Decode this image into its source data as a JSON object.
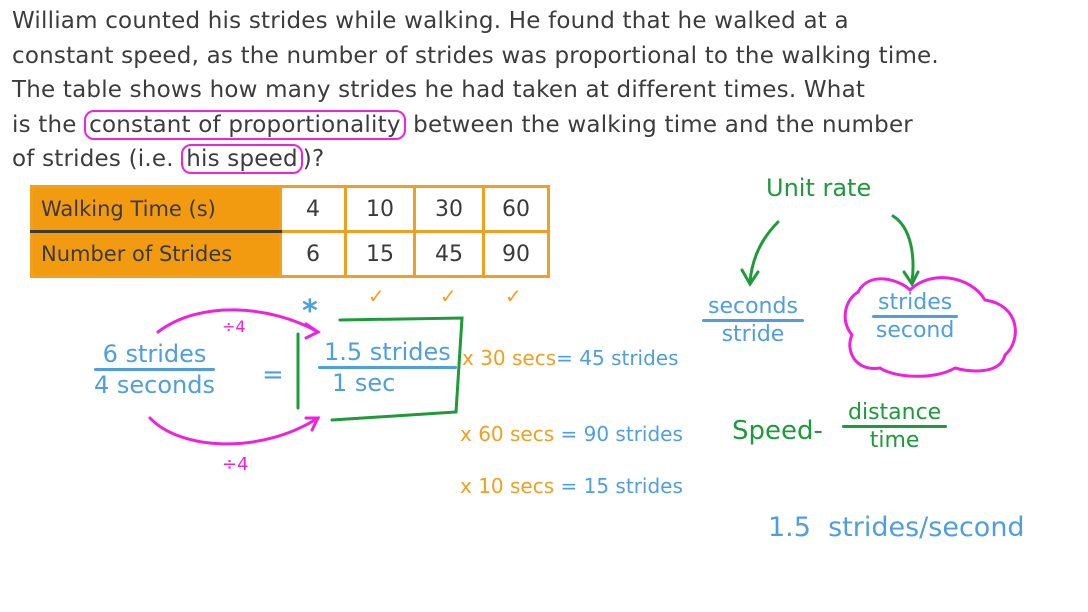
{
  "question": {
    "lines": [
      "William counted his strides while walking. He found that he walked at a",
      "constant speed, as the number of strides was proportional to the walking time.",
      "The table shows how many strides he had taken at different times. What"
    ],
    "line4_prefix": "is the ",
    "line4_highlight": "constant of proportionality",
    "line4_suffix": " between the walking time and the number",
    "line5_prefix": "of strides (i.e. ",
    "line5_highlight": "his speed",
    "line5_suffix": ")?"
  },
  "table": {
    "rows": [
      {
        "label": "Walking Time (s)",
        "values": [
          "4",
          "10",
          "30",
          "60"
        ]
      },
      {
        "label": "Number of Strides",
        "values": [
          "6",
          "15",
          "45",
          "90"
        ]
      }
    ],
    "checkmarks": [
      "✓",
      "✓",
      "✓"
    ],
    "asterisk": "*"
  },
  "work": {
    "left_fraction": {
      "numerator": "6 strides",
      "denominator": "4 seconds"
    },
    "equals": "=",
    "divide_top": "÷4",
    "divide_bottom": "÷4",
    "boxed_fraction": {
      "numerator": "1.5 strides",
      "denominator": "1 sec"
    },
    "multiplications": [
      {
        "lhs": "x 30 secs",
        "eq": "=",
        "rhs": "45 strides"
      },
      {
        "lhs": "x 60 secs",
        "eq": "=",
        "rhs": "90 strides"
      },
      {
        "lhs": "x 10 secs",
        "eq": "=",
        "rhs": "15 strides"
      }
    ]
  },
  "unit_rate": {
    "title": "Unit rate",
    "option_left": {
      "numerator": "seconds",
      "denominator": "stride"
    },
    "option_right": {
      "numerator": "strides",
      "denominator": "second"
    }
  },
  "speed": {
    "label": "Speed-",
    "numerator": "distance",
    "denominator": "time"
  },
  "answer": "1.5  strides/second",
  "colors": {
    "text": "#3c3c3c",
    "orange": "#f29a10",
    "blue": "#4f9ee0",
    "green": "#1e9a3a",
    "magenta": "#ee22dd"
  }
}
